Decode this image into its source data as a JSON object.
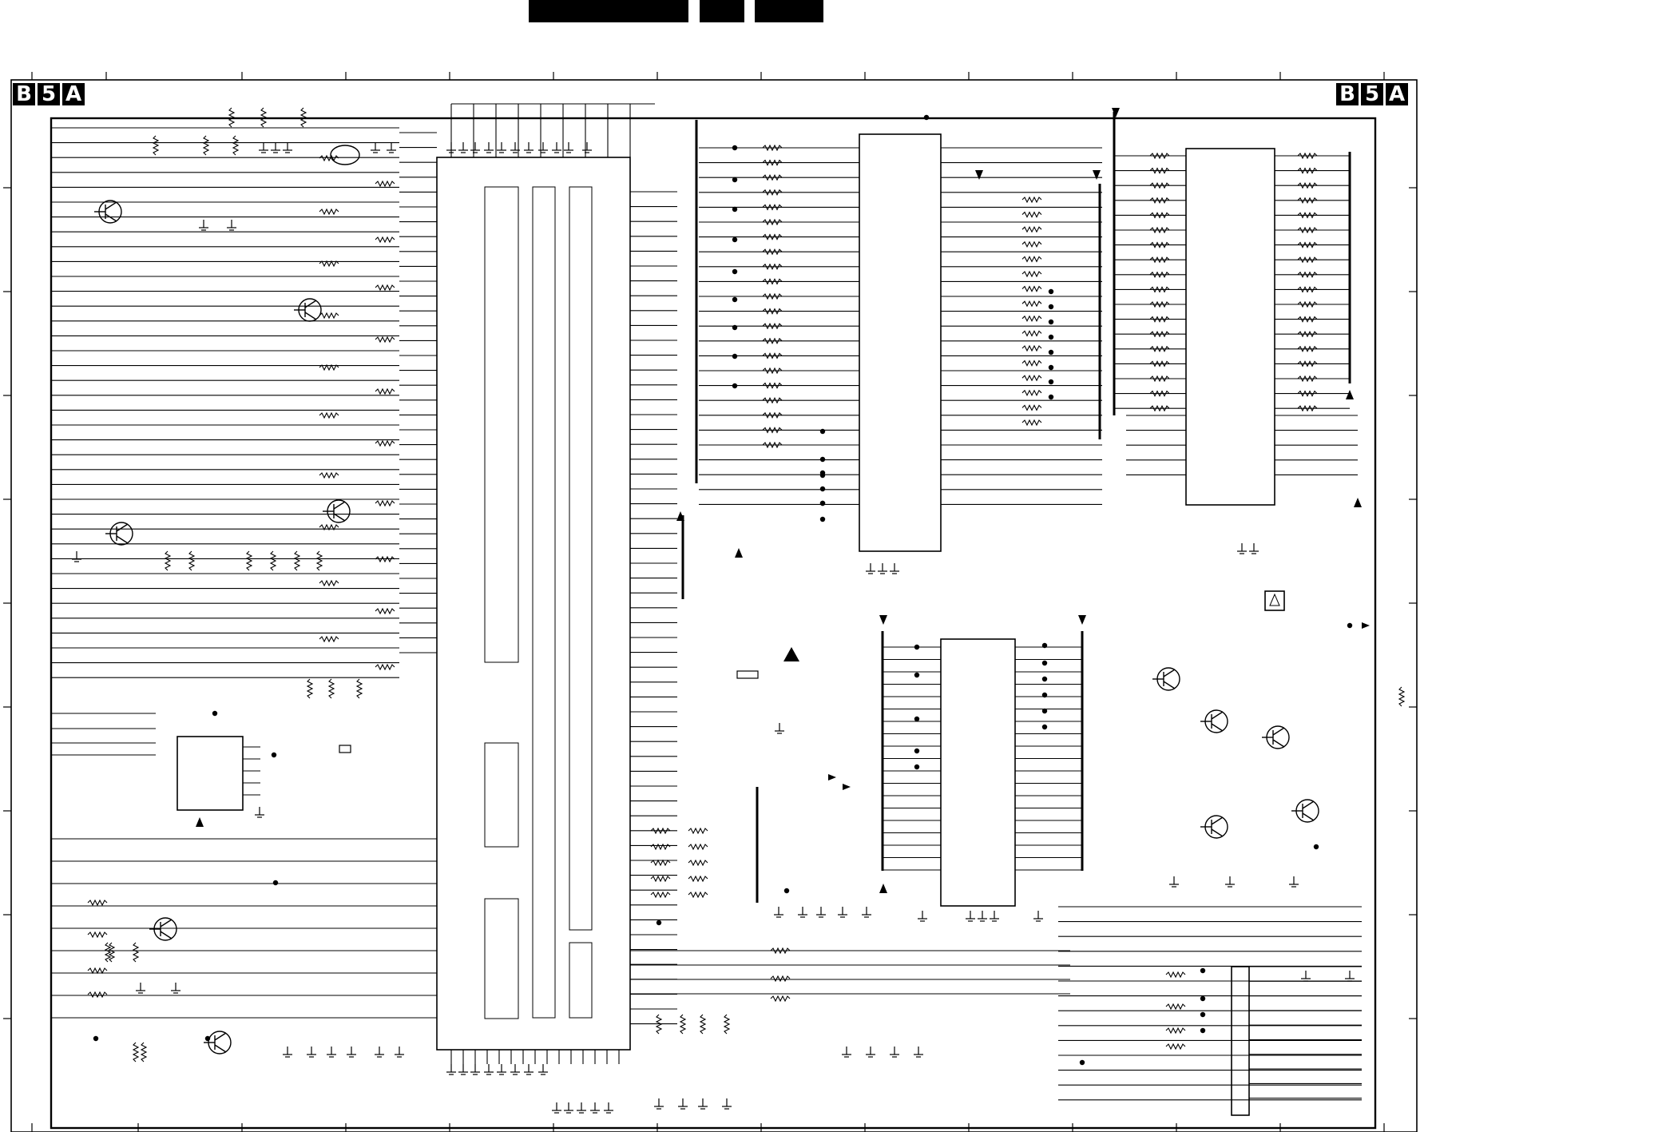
{
  "sheet": {
    "badge_left": [
      "B",
      "5",
      "A"
    ],
    "badge_right": [
      "B",
      "5",
      "A"
    ],
    "colors": {
      "ink": "#000000",
      "paper": "#ffffff"
    }
  }
}
